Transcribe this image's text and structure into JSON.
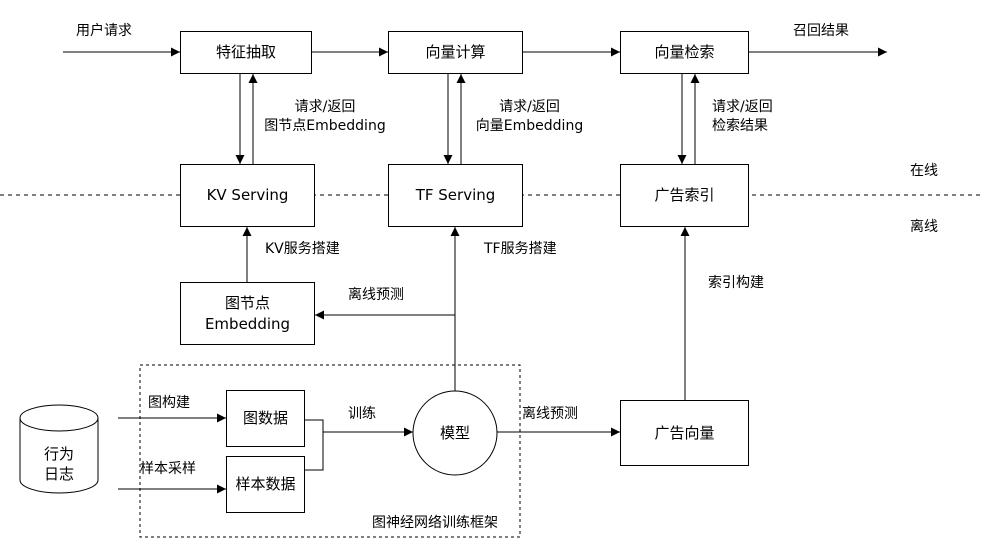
{
  "nodes": {
    "feature_extract": "特征抽取",
    "vector_compute": "向量计算",
    "vector_search": "向量检索",
    "kv_serving": "KV Serving",
    "tf_serving": "TF Serving",
    "ad_index": "广告索引",
    "graph_embedding_line1": "图节点",
    "graph_embedding_line2": "Embedding",
    "graph_data": "图数据",
    "sample_data": "样本数据",
    "model": "模型",
    "ad_vector": "广告向量",
    "behavior_log_line1": "行为",
    "behavior_log_line2": "日志"
  },
  "labels": {
    "user_request": "用户请求",
    "recall_result": "召回结果",
    "req_ret_1_line1": "请求/返回",
    "req_ret_1_line2": "图节点Embedding",
    "req_ret_2_line1": "请求/返回",
    "req_ret_2_line2": "向量Embedding",
    "req_ret_3_line1": "请求/返回",
    "req_ret_3_line2": "检索结果",
    "online": "在线",
    "offline": "离线",
    "kv_build": "KV服务搭建",
    "tf_build": "TF服务搭建",
    "offline_predict_1": "离线预测",
    "offline_predict_2": "离线预测",
    "index_build": "索引构建",
    "graph_build": "图构建",
    "sampling": "样本采样",
    "train": "训练",
    "framework": "图神经网络训练框架"
  }
}
